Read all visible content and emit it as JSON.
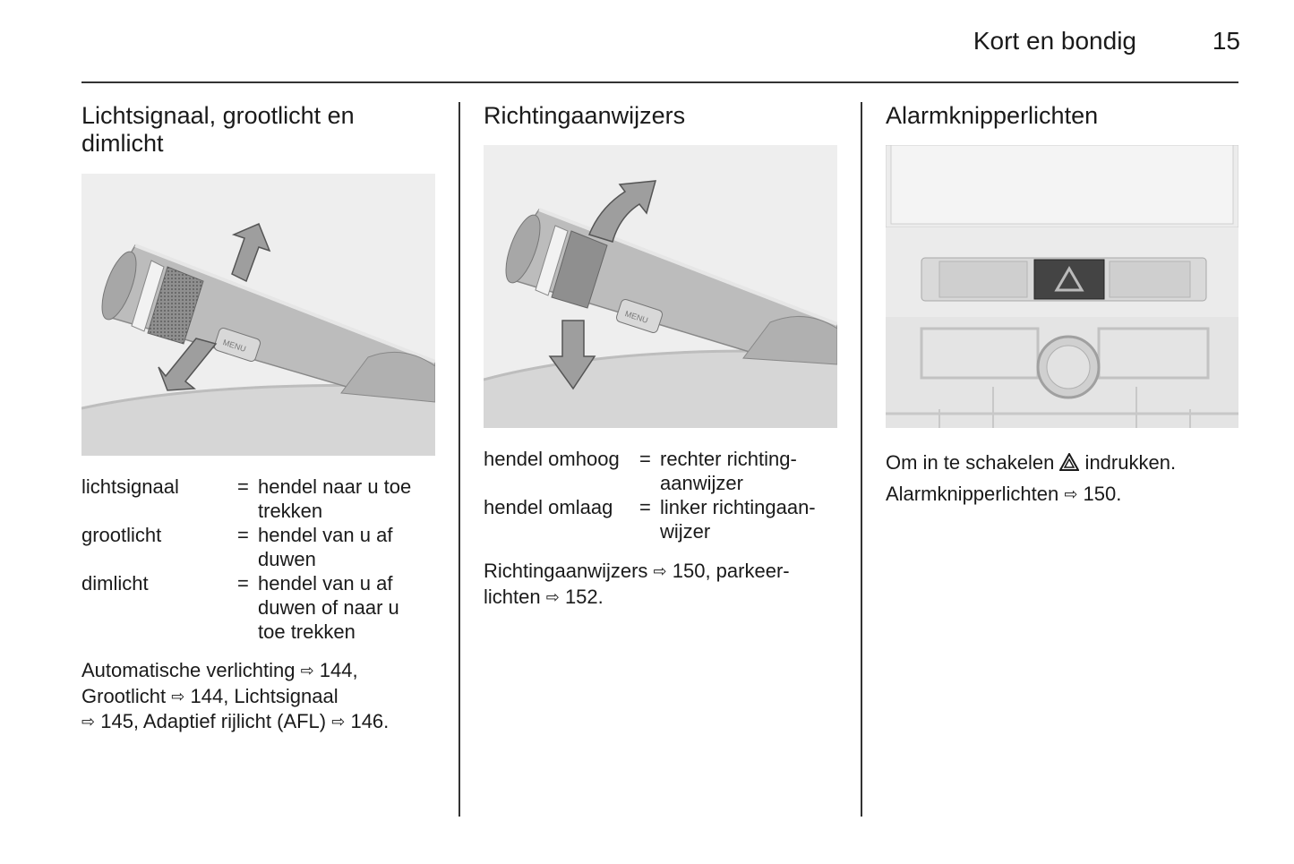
{
  "header": {
    "title": "Kort en bondig",
    "page_number": "15"
  },
  "col1": {
    "heading": "Lichtsignaal, grootlicht en dimlicht",
    "definitions": [
      {
        "term": "lichtsignaal",
        "eq": "=",
        "desc_lines": [
          "hendel naar u toe",
          "trekken"
        ]
      },
      {
        "term": "grootlicht",
        "eq": "=",
        "desc_lines": [
          "hendel van u af",
          "duwen"
        ]
      },
      {
        "term": "dimlicht",
        "eq": "=",
        "desc_lines": [
          "hendel van u af",
          "duwen of naar u",
          "toe trekken"
        ]
      }
    ],
    "para": {
      "l1a": "Automatische verlichting ",
      "r1": "144,",
      "l2a": "Grootlicht ",
      "r2": "144, Lichtsignaal",
      "r3": "145, Adaptief rijlicht (AFL) ",
      "r4": "146."
    },
    "figure_labels": {
      "menu": "MENU",
      "ref_symbol": "⇨"
    }
  },
  "col2": {
    "heading": "Richtingaanwijzers",
    "definitions": [
      {
        "term": "hendel omhoog",
        "eq": "=",
        "desc_lines": [
          "rechter richting-",
          "aanwijzer"
        ]
      },
      {
        "term": "hendel omlaag",
        "eq": "=",
        "desc_lines": [
          "linker richtingaan-",
          "wijzer"
        ]
      }
    ],
    "para": {
      "l1a": "Richtingaanwijzers ",
      "r1": "150, parkeer-",
      "l2a": "lichten ",
      "r2": "152."
    },
    "figure_labels": {
      "menu": "MENU"
    }
  },
  "col3": {
    "heading": "Alarmknipperlichten",
    "para": {
      "l1a": "Om in te schakelen ",
      "l1b": " indrukken.",
      "l2a": "Alarmknipperlichten ",
      "r2": "150."
    }
  },
  "ref_symbol": "⇨",
  "colors": {
    "text": "#1a1a1a",
    "figure_bg": "#e9e9e9",
    "rule": "#333333"
  }
}
